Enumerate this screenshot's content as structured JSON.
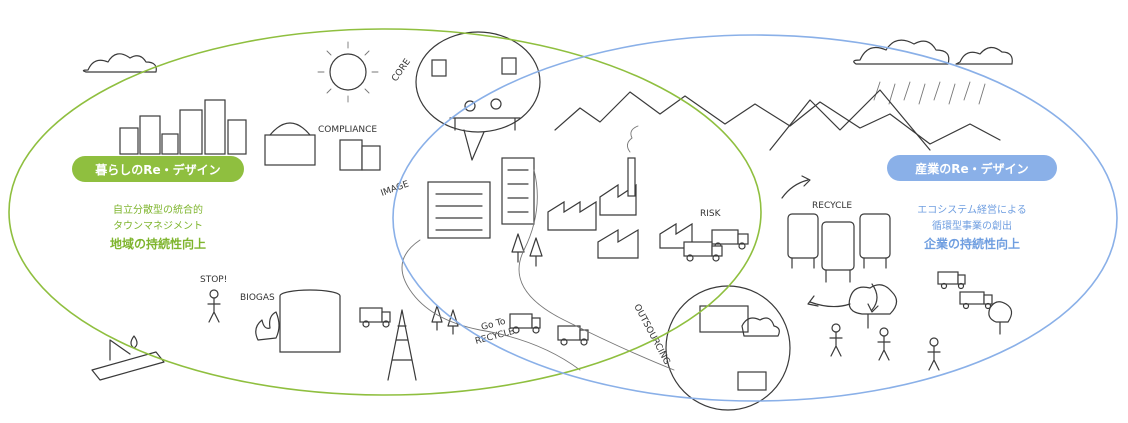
{
  "left_section": {
    "badge": "暮らしのRe・デザイン",
    "lines": [
      "自立分散型の統合的",
      "タウンマネジメント"
    ],
    "highlight": "地域の持続性向上",
    "color": "#8fbf3f",
    "text_color": "#7fb52e"
  },
  "right_section": {
    "badge": "産業のRe・デザイン",
    "lines": [
      "エコシステム経営による",
      "循環型事業の創出"
    ],
    "highlight": "企業の持続性向上",
    "color": "#8ab0e8",
    "text_color": "#6f9ee0"
  },
  "illustration_labels": {
    "compliance": "COMPLIANCE",
    "core": "CORE",
    "image": "IMAGE",
    "risk": "RISK",
    "recycle": "RECYCLE",
    "biogas": "BIOGAS",
    "go_to_recycle_1": "Go To",
    "go_to_recycle_2": "RECYCLE",
    "outsourcing": "OUTSOURCING",
    "stop": "STOP!"
  }
}
